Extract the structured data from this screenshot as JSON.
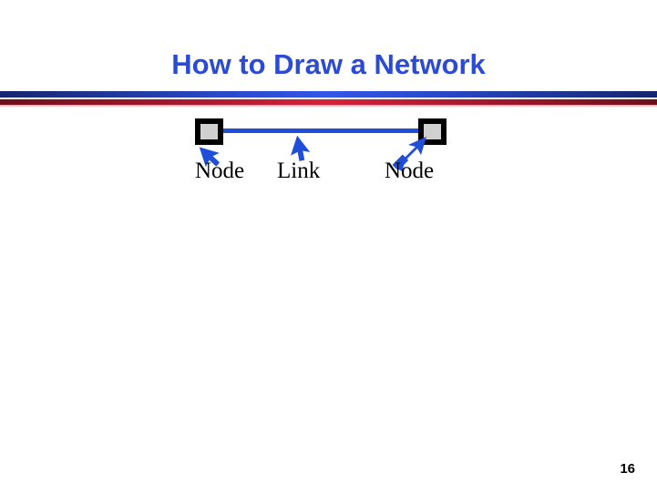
{
  "slide": {
    "title": "How to Draw a Network",
    "page_number": "16",
    "background_color": "#ffffff",
    "title_color": "#2b4bd6"
  },
  "divider": {
    "top_bar_color_edge": "#15256e",
    "top_bar_color_center": "#3257e8",
    "bottom_bar_color_edge": "#6e0f1b",
    "bottom_bar_color_center": "#d6213c"
  },
  "diagram": {
    "type": "network",
    "link_color": "#1f4fd8",
    "node_border_color": "#000000",
    "node_fill_color": "#d0d0d0",
    "arrow_color": "#1f4fd8",
    "nodes": [
      {
        "id": "node-left",
        "label": "Node"
      },
      {
        "id": "node-right",
        "label": "Node"
      }
    ],
    "links": [
      {
        "id": "link-1",
        "label": "Link",
        "from": "node-left",
        "to": "node-right"
      }
    ],
    "annotations": [
      {
        "name": "arrow-to-node-left",
        "points_to": "node-left",
        "direction": "up-left",
        "style": "cursor"
      },
      {
        "name": "arrow-to-link",
        "points_to": "link-1",
        "direction": "up-right",
        "style": "cursor"
      },
      {
        "name": "arrow-to-node-right",
        "points_to": "node-right",
        "direction": "up-right",
        "style": "shafted"
      }
    ],
    "labels": {
      "node_left": "Node",
      "link": "Link",
      "node_right": "Node"
    }
  }
}
